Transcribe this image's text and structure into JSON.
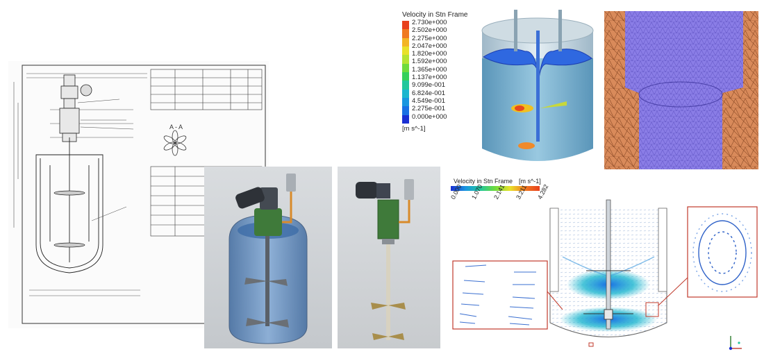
{
  "legend_top": {
    "title": "Velocity in Stn Frame",
    "unit": "[m s^-1]",
    "ticks": [
      "2.730e+000",
      "2.502e+000",
      "2.275e+000",
      "2.047e+000",
      "1.820e+000",
      "1.592e+000",
      "1.365e+000",
      "1.137e+000",
      "9.099e-001",
      "6.824e-001",
      "4.549e-001",
      "2.275e-001",
      "0.000e+000"
    ],
    "colors": [
      "#e8401c",
      "#f07a20",
      "#f3b524",
      "#e9e12a",
      "#b6e332",
      "#6fdb3c",
      "#35d05a",
      "#22c79c",
      "#1cb6cf",
      "#1a96e0",
      "#1a70e4",
      "#1a4ce0",
      "#1a2fd2"
    ]
  },
  "legend_bottom": {
    "title": "Velocity in Stn Frame",
    "unit": "[m s^-1]",
    "ticks": [
      "0.000",
      "1.070",
      "2.141",
      "3.211",
      "4.282"
    ]
  },
  "drawing": {
    "section_label": "A - A"
  },
  "colors": {
    "frame_red": "#c0392b",
    "tank_blue": "#4a80c0",
    "motor_dark": "#3a3e44",
    "flange_green": "#3f7a3a",
    "mesh_orange": "#d98a5a",
    "mesh_purple": "#8a7de6"
  }
}
